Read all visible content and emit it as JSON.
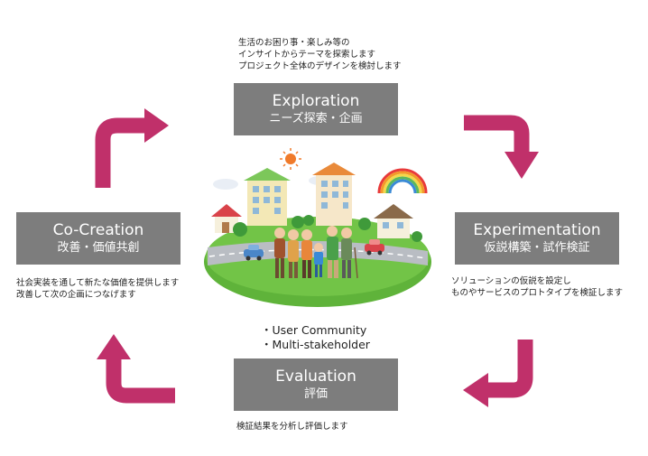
{
  "colors": {
    "box": "#7d7d7d",
    "arrow": "#c0306a",
    "grass": "#5fb33a",
    "road": "#b9bdc3"
  },
  "exploration": {
    "title_en": "Exploration",
    "title_jp": "ニーズ探索・企画",
    "desc": [
      "生活のお困り事・楽しみ等の",
      "インサイトからテーマを探索します",
      "プロジェクト全体のデザインを検討します"
    ]
  },
  "experimentation": {
    "title_en": "Experimentation",
    "title_jp": "仮説構築・試作検証",
    "desc": [
      "ソリューションの仮説を設定し",
      "ものやサービスのプロトタイプを検証します"
    ]
  },
  "evaluation": {
    "title_en": "Evaluation",
    "title_jp": "評価",
    "desc": [
      "検証結果を分析し評価します"
    ]
  },
  "cocreation": {
    "title_en": "Co-Creation",
    "title_jp": "改善・価値共創",
    "desc": [
      "社会実装を通して新たな価値を提供します",
      "改善して次の企画につなげます"
    ]
  },
  "center": {
    "bullets": [
      "・User Community",
      "・Multi-stakeholder"
    ]
  },
  "icons": {
    "arrow": "curved-arrow-icon",
    "illustration": "community-town-illustration"
  }
}
